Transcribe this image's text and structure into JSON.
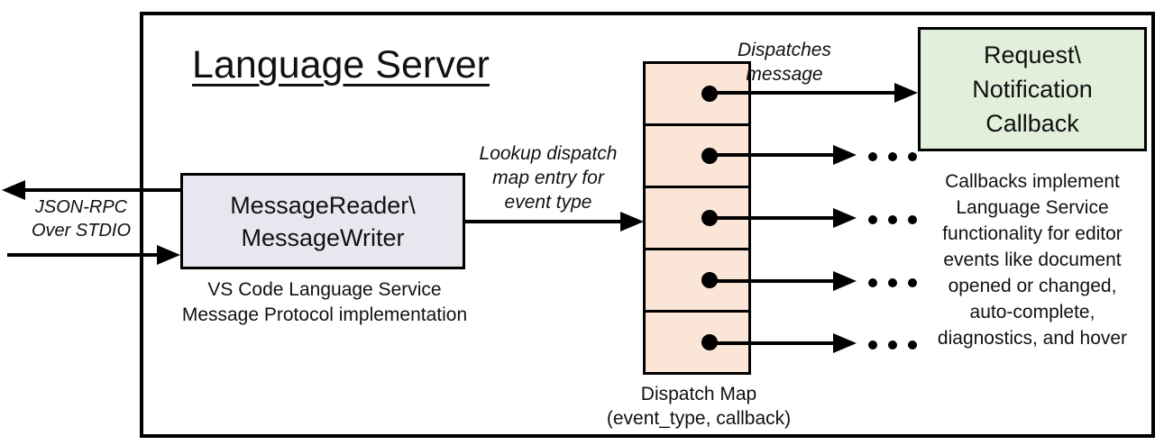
{
  "diagram": {
    "title": "Language Server",
    "left_channel": {
      "label": "JSON-RPC\nOver STDIO"
    },
    "message_box": {
      "label": "MessageReader\\\nMessageWriter",
      "caption": "VS Code Language Service\nMessage Protocol implementation"
    },
    "lookup_label": "Lookup dispatch\nmap entry for\nevent type",
    "dispatch_map": {
      "rows": 5,
      "label": "Dispatch Map\n(event_type, callback)"
    },
    "dispatches_label": "Dispatches\nmessage",
    "callback_box": {
      "label": "Request\\\nNotification\nCallback",
      "caption": "Callbacks implement\nLanguage Service\nfunctionality for editor\nevents like document\nopened or changed,\nauto-complete,\ndiagnostics, and hover"
    },
    "colors": {
      "message_box_bg": "#E8E7F0",
      "dispatch_cell_bg": "#FBE5D6",
      "callback_box_bg": "#E2EFDA",
      "stroke": "#000000"
    }
  }
}
